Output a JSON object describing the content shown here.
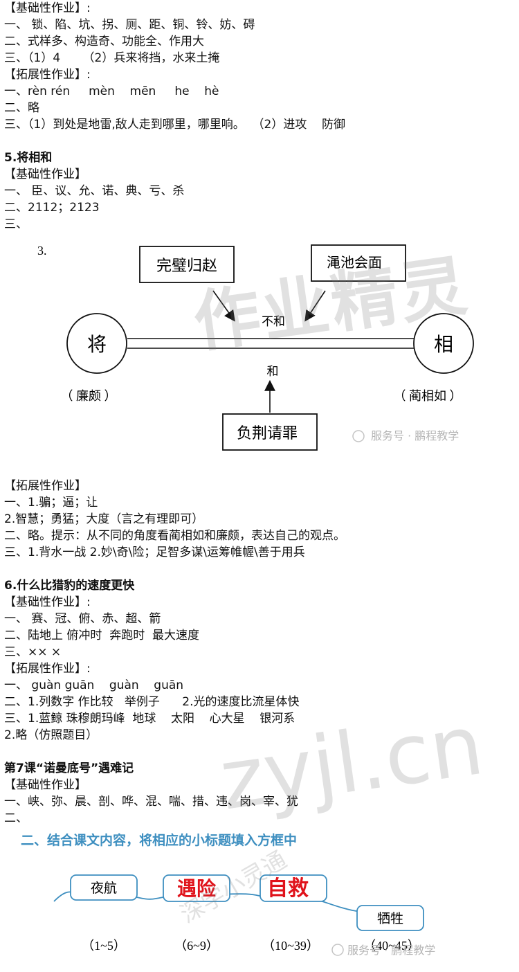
{
  "section4": {
    "basic_header": "【基础性作业】:",
    "basic_1": "一、 锁、陷、坑、拐、厕、距、铜、铃、妨、碍",
    "basic_2": "二、式样多、构造奇、功能全、作用大",
    "basic_3": "三、（1）4      （2）兵来将挡，水来土掩",
    "ext_header": "【拓展性作业】:",
    "ext_1": "一、rèn rén     mèn    mēn     he    hè",
    "ext_2": "二、略",
    "ext_3": "三、（1）到处是地雷,敌人走到哪里，哪里响。  （2）进攻    防御"
  },
  "section5": {
    "title": "5.将相和",
    "basic_header": "【基础性作业】",
    "basic_1": "一、 臣、议、允、诺、典、亏、杀",
    "basic_2": "二、2112；2123",
    "basic_3": "三、",
    "diagram": {
      "num": "3.",
      "box_top_left": "完璧归赵",
      "box_top_right": "渑池会面",
      "box_bottom": "负荆请罪",
      "circle_left": "将",
      "circle_right": "相",
      "label_top": "不和",
      "label_bottom": "和",
      "name_left": "（  廉颇  ）",
      "name_right": "（  蔺相如   ）"
    },
    "source_tag": "服务号 · 鹏程教学",
    "ext_header": "【拓展性作业】",
    "ext_1": "一、1.骗；逼；让",
    "ext_2": "2.智慧；勇猛；大度（言之有理即可）",
    "ext_3": "二、略。提示：从不同的角度看蔺相如和廉颇，表达自己的观点。",
    "ext_4": "三、1.背水一战 2.妙\\奇\\险；足智多谋\\运筹帷幄\\善于用兵"
  },
  "section6": {
    "title": "6.什么比猎豹的速度更快",
    "basic_header": "【基础性作业】:",
    "basic_1": "一、 赛、冠、俯、赤、超、箭",
    "basic_2": "二、陆地上 俯冲时  奔跑时  最大速度",
    "basic_3": "三、×× ×",
    "ext_header": "【拓展性作业】:",
    "ext_1": "一、 guàn guān    guàn    guān",
    "ext_2": "二、1.列数字 作比较   举例子      2.光的速度比流星体快",
    "ext_3": "三、1.蓝鲸 珠穆朗玛峰  地球    太阳    心大星    银河系",
    "ext_4": "2.略（仿照题目）"
  },
  "section7": {
    "title": "第7课“诺曼底号”遇难记",
    "basic_header": "【基础性作业】",
    "basic_1": "一、峡、弥、晨、剖、哗、混、喘、措、违、岗、宰、犹",
    "basic_2": "二、",
    "figure": {
      "heading": "二、结合课文内容，将相应的小标题填入方框中",
      "box1": "夜航",
      "box2": "遇险",
      "box3": "自救",
      "box4": "牺牲",
      "range1": "（1~5）",
      "range2": "（6~9）",
      "range3": "（10~39）",
      "range4": "（40~45）"
    },
    "source_tag": "服务号 · 鹏程教学"
  },
  "watermarks": {
    "wm1": "作业精灵",
    "wm2": "zyjl.cn",
    "wm3": "深学小灵通"
  }
}
